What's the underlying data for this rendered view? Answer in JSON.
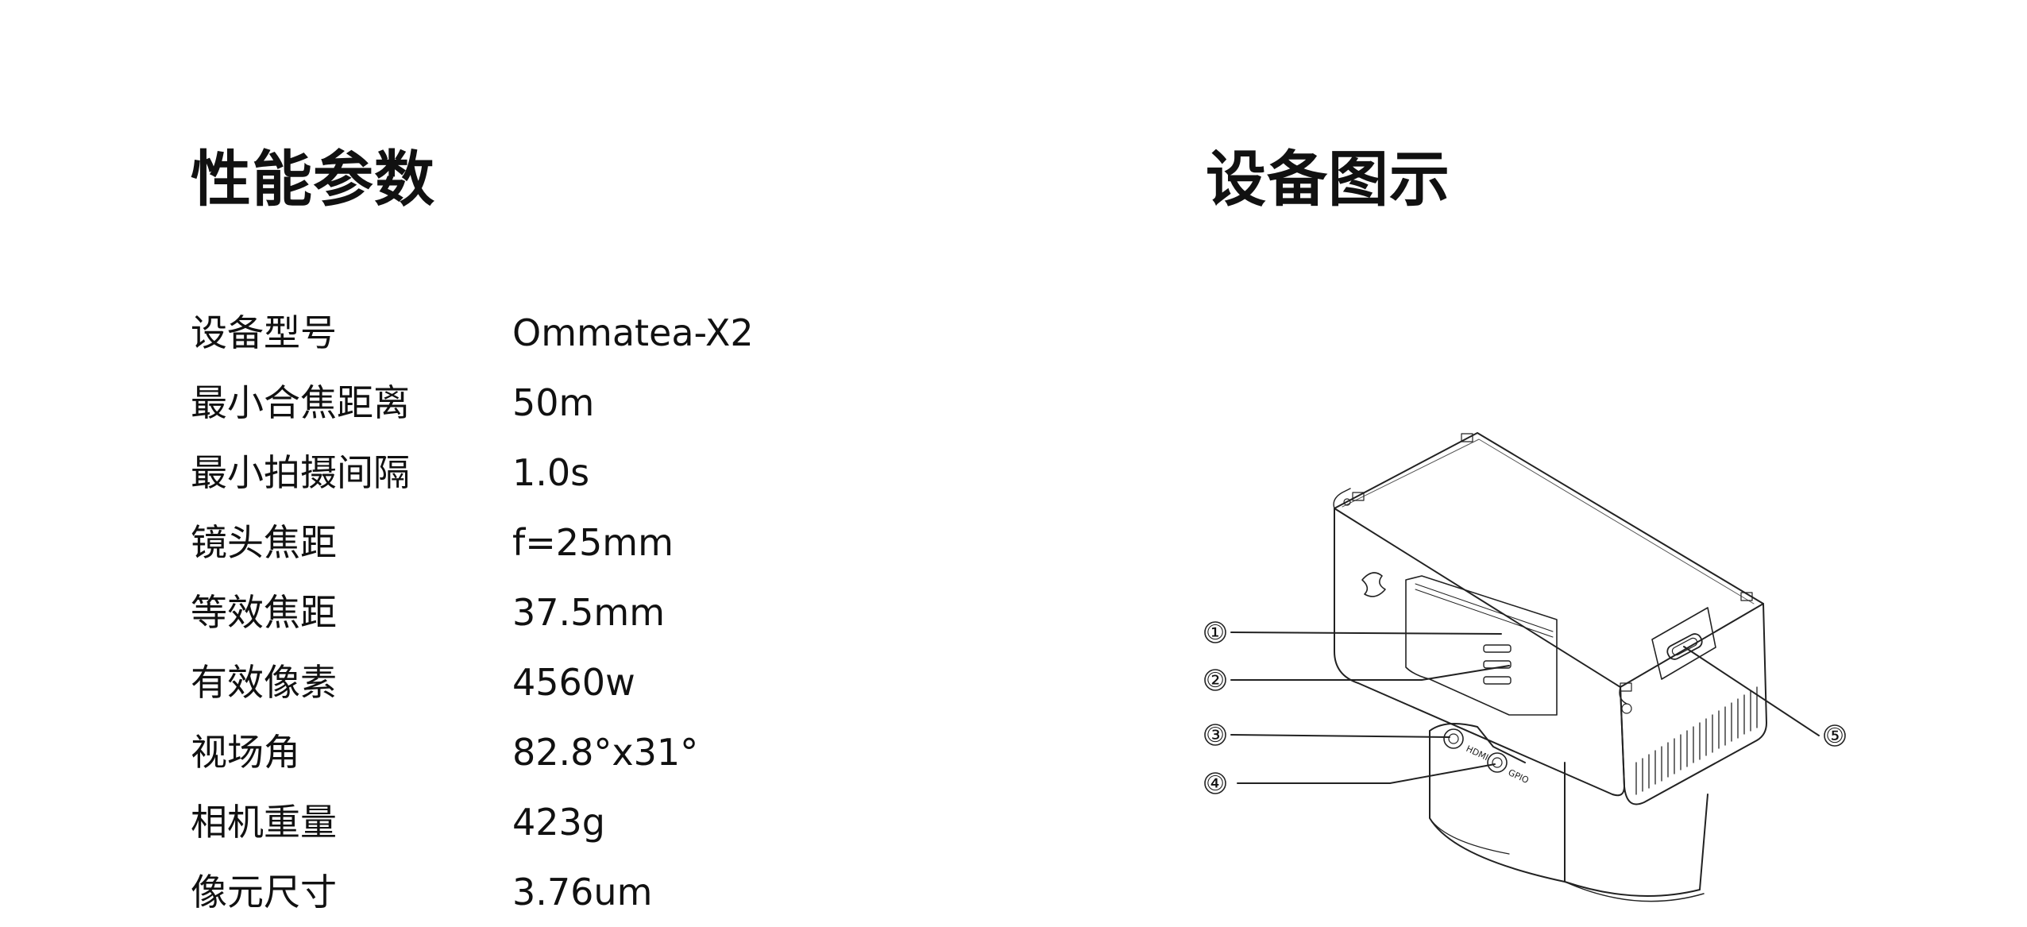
{
  "left_section": {
    "title": "性能参数"
  },
  "right_section": {
    "title": "设备图示"
  },
  "specs": [
    {
      "label": "设备型号",
      "value": "Ommatea-X2"
    },
    {
      "label": "最小合焦距离",
      "value": "50m"
    },
    {
      "label": "最小拍摄间隔",
      "value": "1.0s"
    },
    {
      "label": "镜头焦距",
      "value": "f=25mm"
    },
    {
      "label": "等效焦距",
      "value": "37.5mm"
    },
    {
      "label": "有效像素",
      "value": "4560w"
    },
    {
      "label": "视场角",
      "value": "82.8°x31°"
    },
    {
      "label": "相机重量",
      "value": "423g"
    },
    {
      "label": "像元尺寸",
      "value": "3.76um"
    }
  ],
  "callouts": [
    "①",
    "②",
    "③",
    "④",
    "⑤"
  ],
  "figure": {
    "port_label_1": "HDMI",
    "port_label_2": "GPIO"
  }
}
